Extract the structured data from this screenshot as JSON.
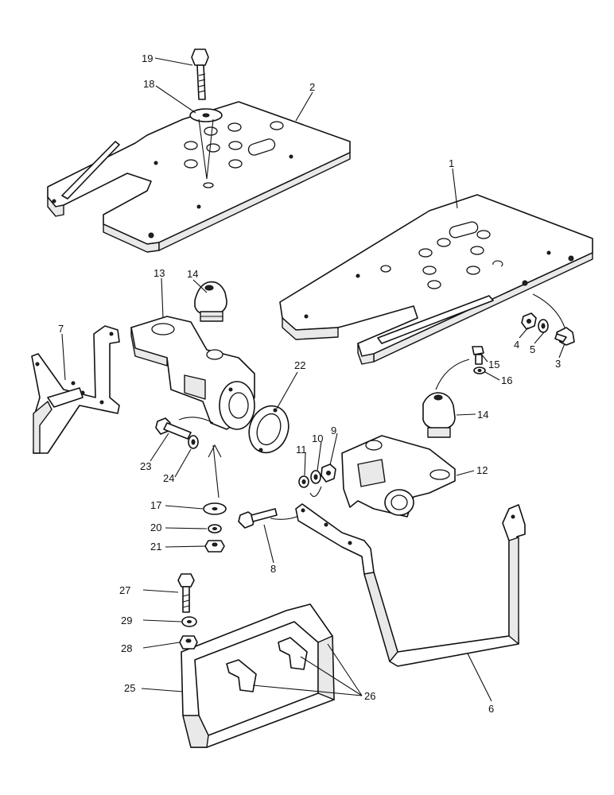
{
  "callouts": [
    "1",
    "2",
    "3",
    "4",
    "5",
    "6",
    "7",
    "8",
    "9",
    "10",
    "11",
    "12",
    "13",
    "14",
    "14",
    "15",
    "16",
    "17",
    "18",
    "19",
    "20",
    "21",
    "22",
    "23",
    "24",
    "25",
    "26",
    "27",
    "28",
    "29"
  ]
}
